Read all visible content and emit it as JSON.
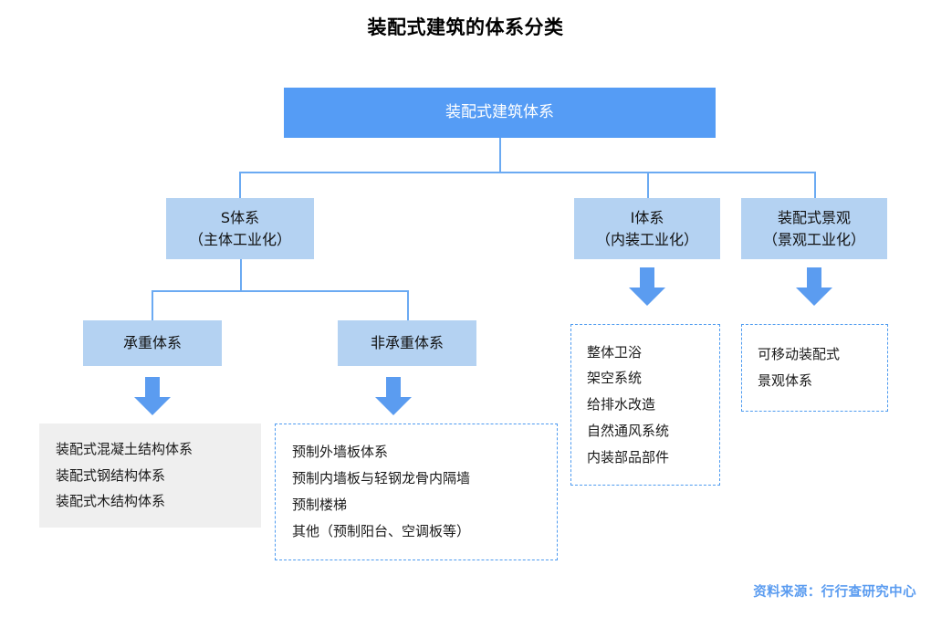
{
  "title": "装配式建筑的体系分类",
  "source_note": "资料来源：行行查研究中心",
  "colors": {
    "root_fill": "#559CF5",
    "node_fill": "#B4D2F2",
    "connector": "#6BAAF2",
    "arrow": "#5B9CF0",
    "gray_fill": "#EFEFEF",
    "dashed_border": "#4E9BF0",
    "source_text": "#5B9CF0",
    "root_text": "#FFFFFF",
    "node_text": "#111111"
  },
  "root": {
    "label": "装配式建筑体系"
  },
  "level2": [
    {
      "line1": "S体系",
      "line2": "（主体工业化）"
    },
    {
      "line1": "I体系",
      "line2": "（内装工业化）"
    },
    {
      "line1": "装配式景观",
      "line2": "（景观工业化）"
    }
  ],
  "level3": [
    {
      "line1": "承重体系"
    },
    {
      "line1": "非承重体系"
    }
  ],
  "leaves": {
    "load_bearing": {
      "style": "gray",
      "rows": [
        "装配式混凝土结构体系",
        "装配式钢结构体系",
        "装配式木结构体系"
      ]
    },
    "non_load_bearing": {
      "style": "dashed",
      "rows": [
        "预制外墙板体系",
        "预制内墙板与轻钢龙骨内隔墙",
        "预制楼梯",
        "其他（预制阳台、空调板等）"
      ]
    },
    "interior": {
      "style": "dashed",
      "rows": [
        "整体卫浴",
        "架空系统",
        "给排水改造",
        "自然通风系统",
        "内装部品部件"
      ]
    },
    "landscape": {
      "style": "dashed",
      "rows": [
        "可移动装配式",
        "景观体系"
      ]
    }
  }
}
